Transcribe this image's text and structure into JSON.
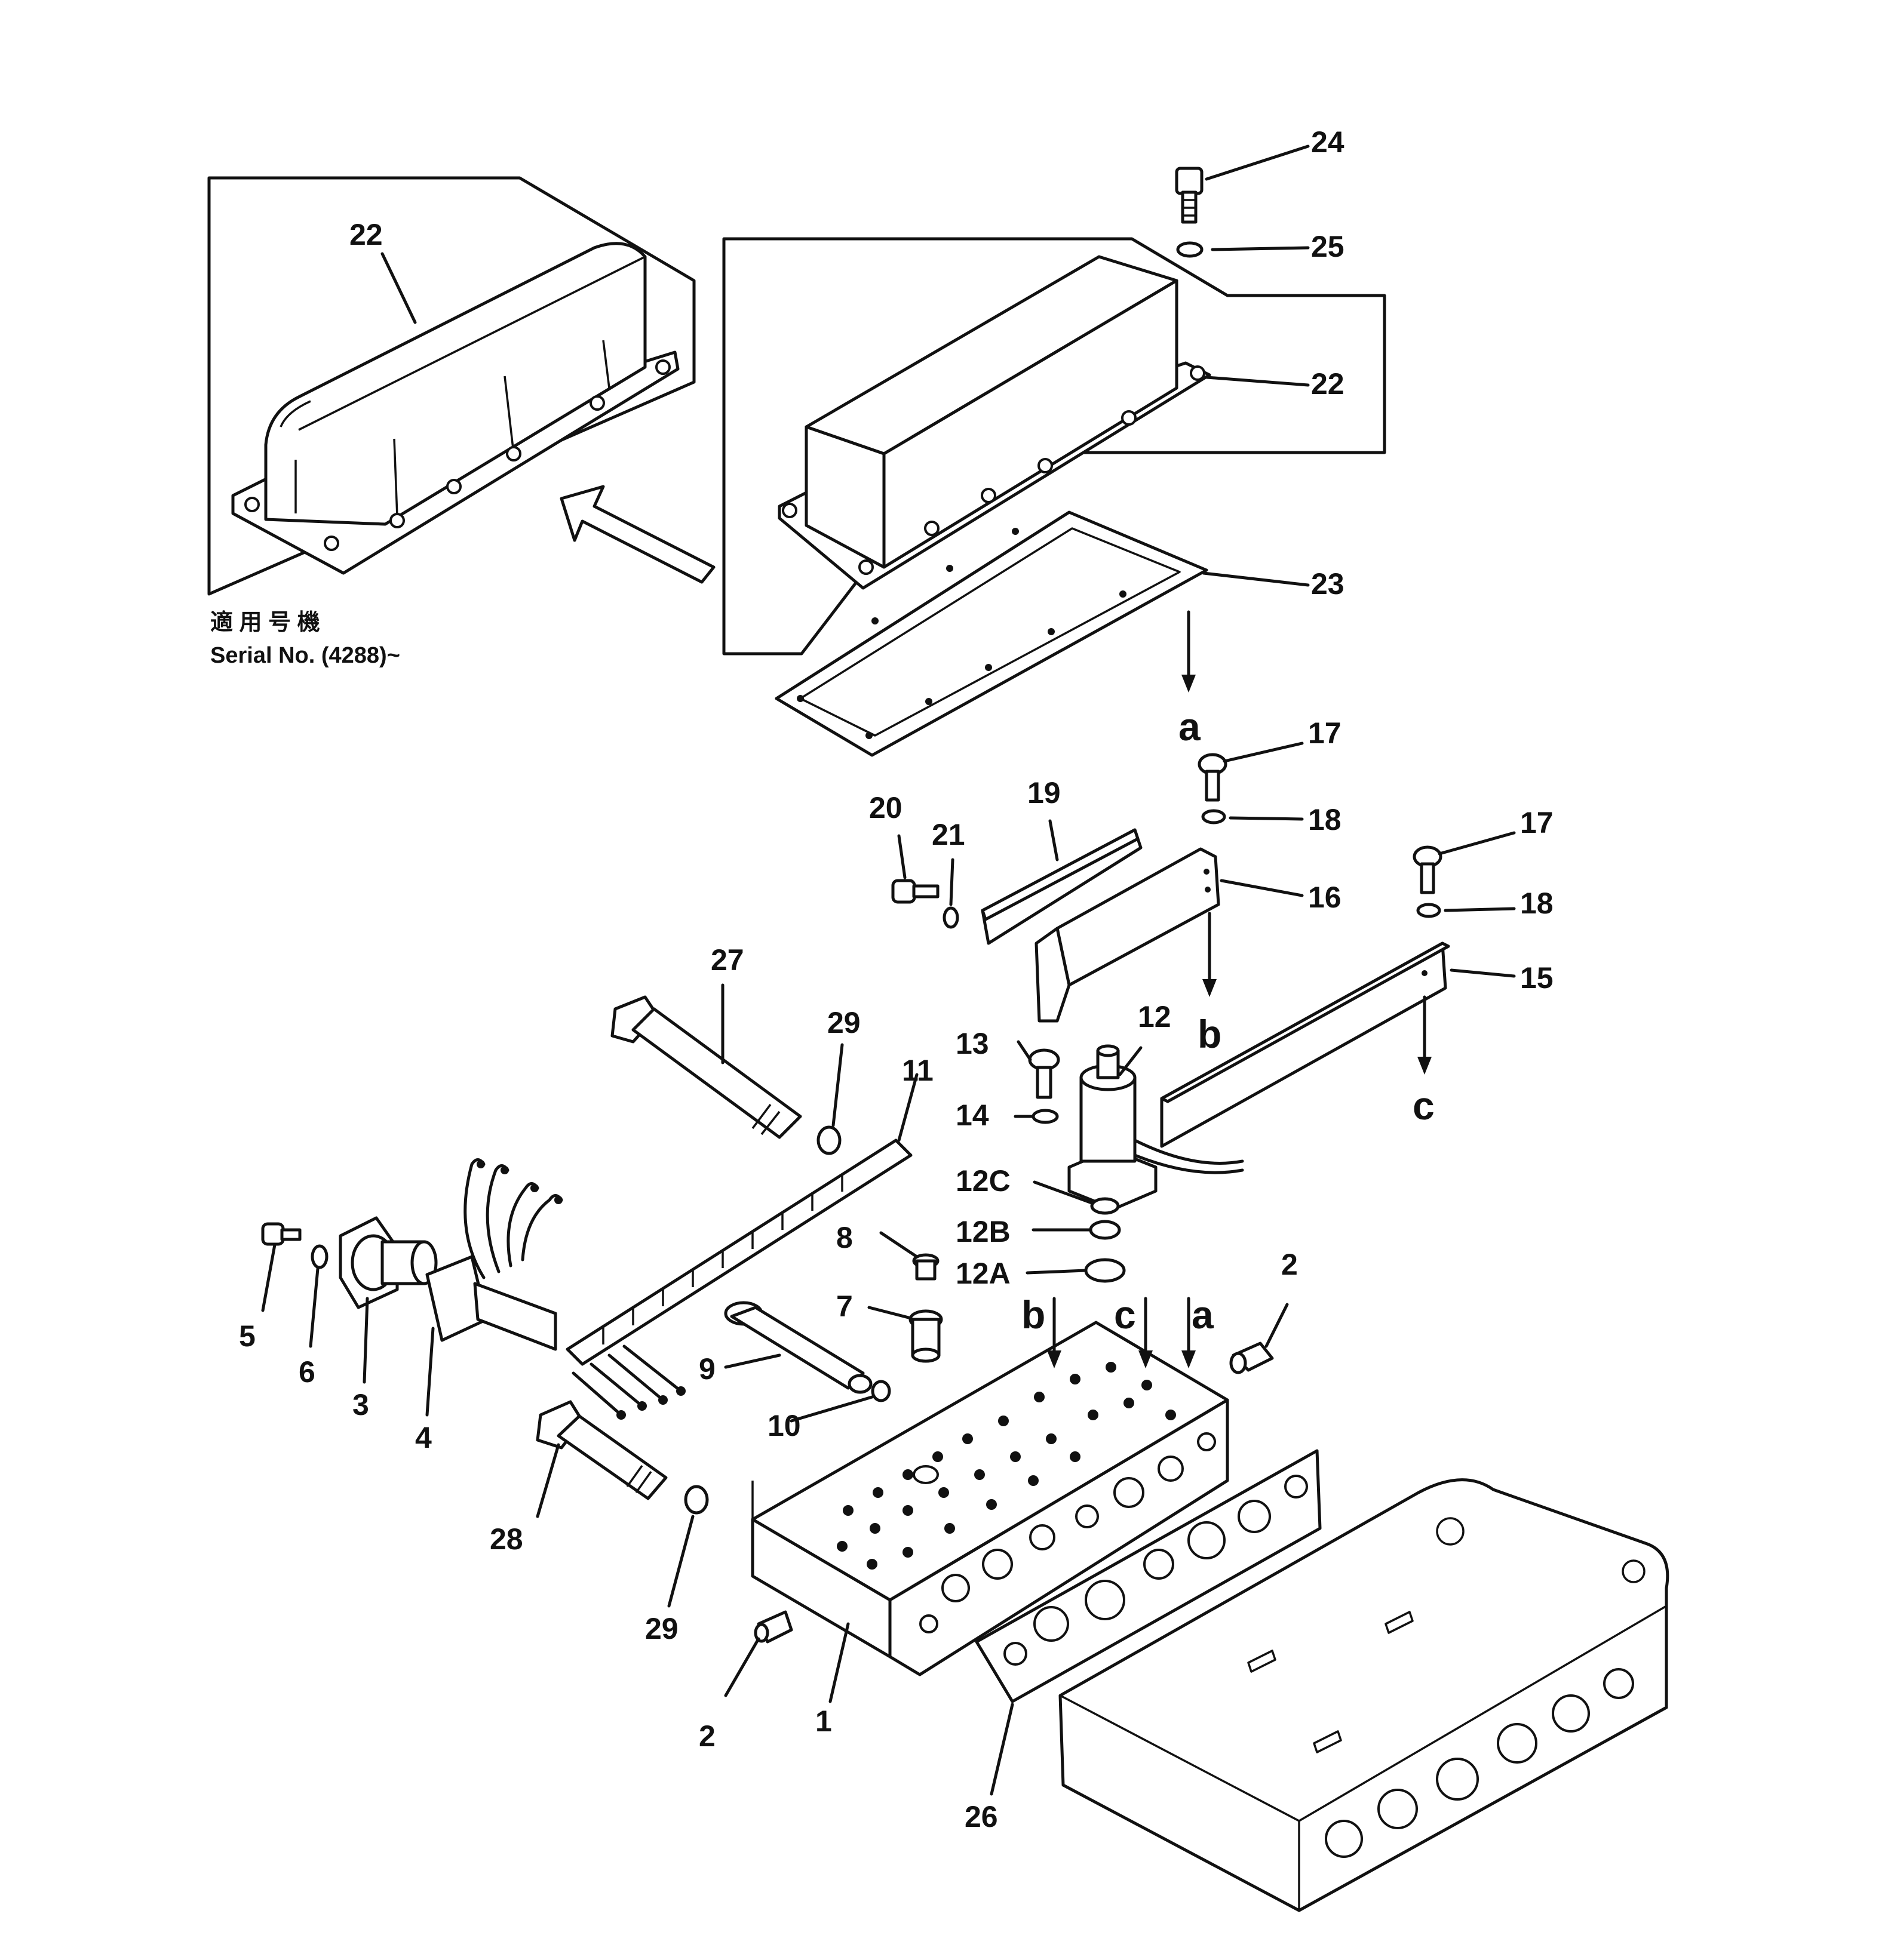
{
  "diagram": {
    "callouts": [
      "1",
      "2",
      "2",
      "3",
      "4",
      "5",
      "6",
      "7",
      "8",
      "9",
      "10",
      "11",
      "12",
      "12A",
      "12B",
      "12C",
      "13",
      "14",
      "15",
      "16",
      "17",
      "17",
      "18",
      "18",
      "19",
      "20",
      "21",
      "22",
      "22",
      "23",
      "24",
      "25",
      "26",
      "27",
      "28",
      "29",
      "29"
    ],
    "flow_letters": [
      "a",
      "b",
      "c"
    ],
    "serial_note": {
      "jp": "適 用 号 機",
      "en": "Serial No. (4288)~"
    }
  }
}
